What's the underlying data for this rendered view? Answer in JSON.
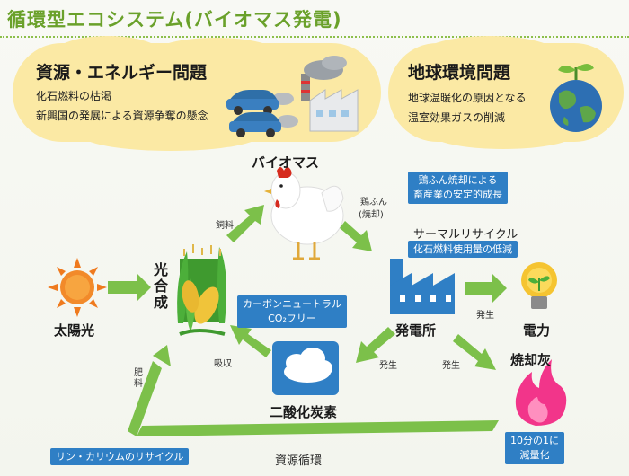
{
  "title": "循環型エコシステム(バイオマス発電)",
  "issues": {
    "resource": {
      "title": "資源・エネルギー問題",
      "lines": [
        "化石燃料の枯渇",
        "新興国の発展による資源争奪の懸念"
      ]
    },
    "environment": {
      "title": "地球環境問題",
      "lines": [
        "地球温暖化の原因となる",
        "温室効果ガスの削減"
      ]
    }
  },
  "nodes": {
    "sun": "太陽光",
    "photosynthesis": "光合成",
    "biomass": "バイオマス",
    "power_plant": "発電所",
    "electricity": "電力",
    "ash": "焼却灰",
    "co2": "二酸化炭素"
  },
  "edge_labels": {
    "feed": "飼料",
    "chicken_manure": "鶏ふん",
    "incineration": "(焼却)",
    "absorb": "吸収",
    "generate_power": "発生",
    "generate_co2": "発生",
    "generate_ash": "発生",
    "fertilizer": "肥料",
    "resource_cycle": "資源循環"
  },
  "badges": {
    "manure_growth": [
      "鶏ふん焼却による",
      "畜産業の安定的成長"
    ],
    "thermal_recycle_title": "サーマルリサイクル",
    "fossil_reduction": "化石燃料使用量の低減",
    "carbon_neutral": [
      "カーボンニュートラル",
      "CO₂フリー"
    ],
    "phosphorus_recycle": "リン・カリウムのリサイクル",
    "reduction": [
      "10分の1に",
      "減量化"
    ]
  },
  "colors": {
    "title_green": "#6aa12a",
    "arrow_green": "#7cc04a",
    "badge_blue": "#2f7fc5",
    "cloud_yellow": "#fbe9a4"
  }
}
